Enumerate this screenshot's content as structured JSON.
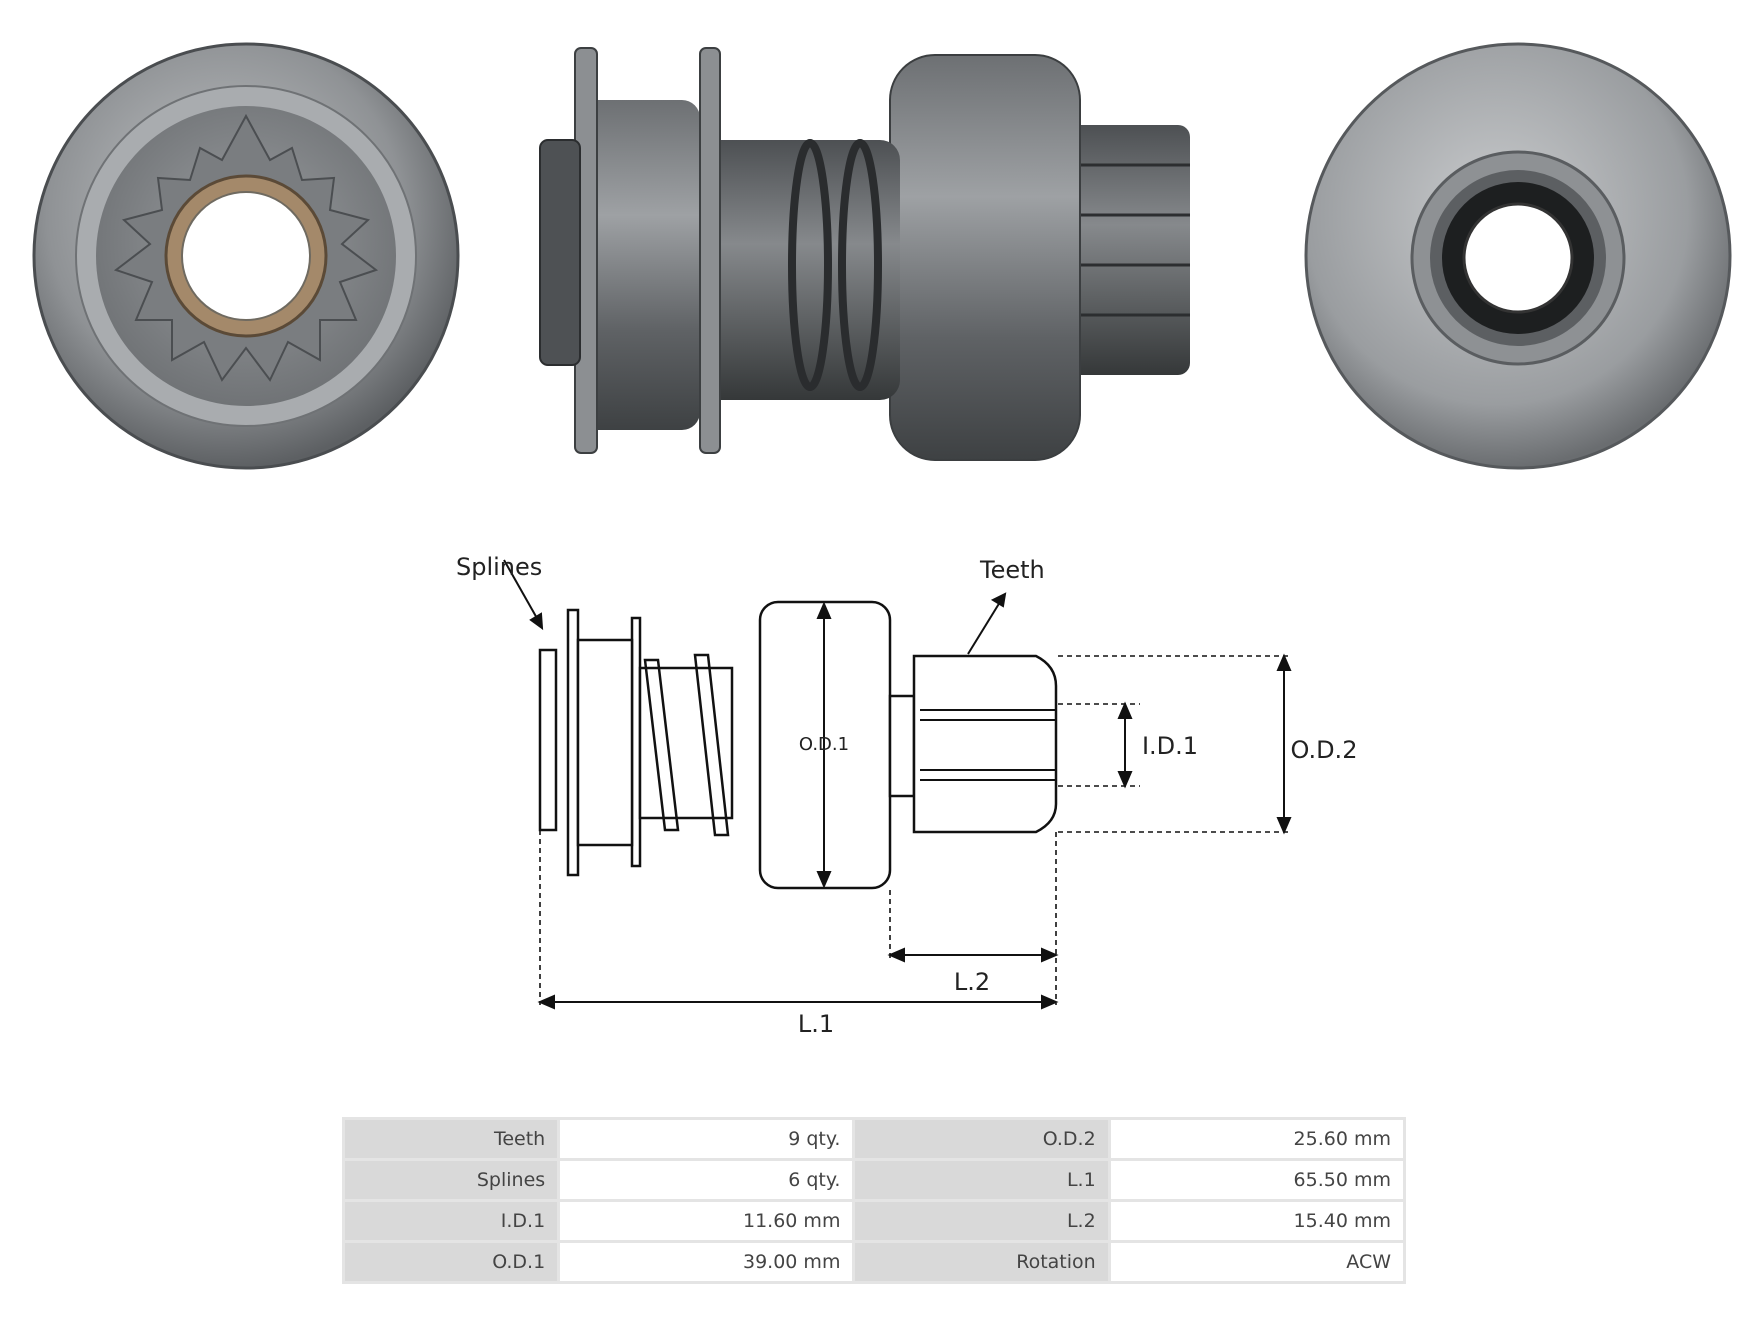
{
  "diagram": {
    "labels": {
      "splines": "Splines",
      "teeth": "Teeth",
      "od1": "O.D.1",
      "id1": "I.D.1",
      "od2": "O.D.2",
      "l1": "L.1",
      "l2": "L.2"
    }
  },
  "specs": [
    {
      "k1": "Teeth",
      "v1": "9 qty.",
      "k2": "O.D.2",
      "v2": "25.60 mm"
    },
    {
      "k1": "Splines",
      "v1": "6 qty.",
      "k2": "L.1",
      "v2": "65.50 mm"
    },
    {
      "k1": "I.D.1",
      "v1": "11.60 mm",
      "k2": "L.2",
      "v2": "15.40 mm"
    },
    {
      "k1": "O.D.1",
      "v1": "39.00 mm",
      "k2": "Rotation",
      "v2": "ACW"
    }
  ]
}
